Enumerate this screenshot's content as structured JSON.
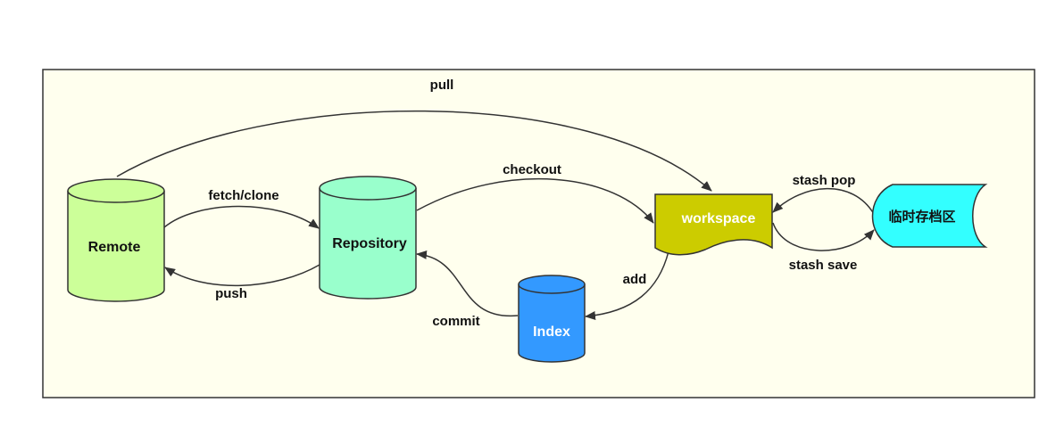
{
  "nodes": {
    "remote": {
      "label": "Remote",
      "shape": "cylinder",
      "color": "#ccff99"
    },
    "repository": {
      "label": "Repository",
      "shape": "cylinder",
      "color": "#99ffcc"
    },
    "index": {
      "label": "Index",
      "shape": "cylinder",
      "color": "#3399ff"
    },
    "workspace": {
      "label": "workspace",
      "shape": "document",
      "color": "#cccc00"
    },
    "stash": {
      "label": "临时存档区",
      "shape": "stored-data",
      "color": "#33ffff"
    }
  },
  "edges": {
    "pull": {
      "label": "pull",
      "from": "Remote",
      "to": "workspace"
    },
    "fetch_clone": {
      "label": "fetch/clone",
      "from": "Remote",
      "to": "Repository"
    },
    "push": {
      "label": "push",
      "from": "Repository",
      "to": "Remote"
    },
    "checkout": {
      "label": "checkout",
      "from": "Repository",
      "to": "workspace"
    },
    "commit": {
      "label": "commit",
      "from": "Index",
      "to": "Repository"
    },
    "add": {
      "label": "add",
      "from": "workspace",
      "to": "Index"
    },
    "stash_pop": {
      "label": "stash pop",
      "from": "临时存档区",
      "to": "workspace"
    },
    "stash_save": {
      "label": "stash save",
      "from": "workspace",
      "to": "临时存档区"
    }
  },
  "colors": {
    "background": "#ffffee",
    "frame": "#333333",
    "edge": "#333333"
  }
}
